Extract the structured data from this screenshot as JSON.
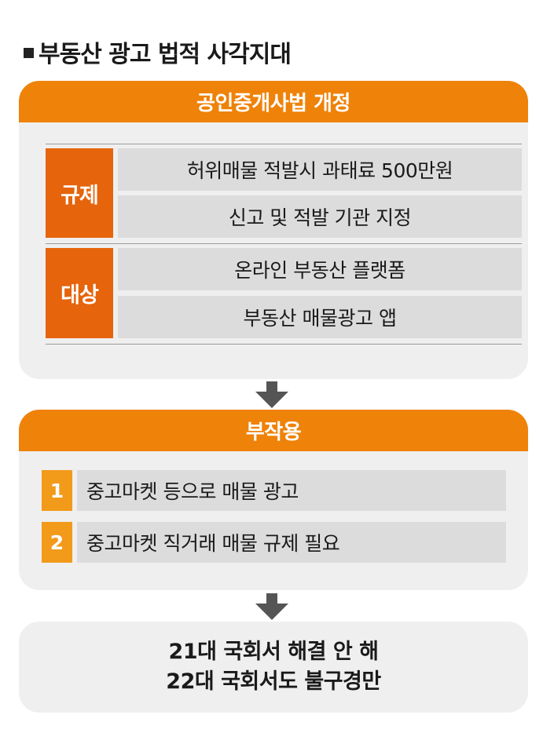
{
  "title": "부동산 광고 법적 사각지대",
  "revision": {
    "header": "공인중개사법 개정",
    "groups": [
      {
        "label": "규제",
        "items": [
          "허위매물 적발시 과태료 500만원",
          "신고 및 적발 기관 지정"
        ]
      },
      {
        "label": "대상",
        "items": [
          "온라인 부동산 플랫폼",
          "부동산 매물광고 앱"
        ]
      }
    ]
  },
  "side_effects": {
    "header": "부작용",
    "items": [
      {
        "num": "1",
        "text": "중고마켓 등으로 매물 광고"
      },
      {
        "num": "2",
        "text": "중고마켓 직거래 매물 규제 필요"
      }
    ]
  },
  "result": {
    "line1": "21대 국회서 해결 안 해",
    "line2": "22대 국회서도 불구경만"
  },
  "colors": {
    "header_orange": "#ef8209",
    "side_orange": "#e5640c",
    "num_orange": "#f29a1a",
    "panel_bg": "#efefef",
    "cell_bg": "#dcdcdc",
    "arrow": "#555555"
  }
}
